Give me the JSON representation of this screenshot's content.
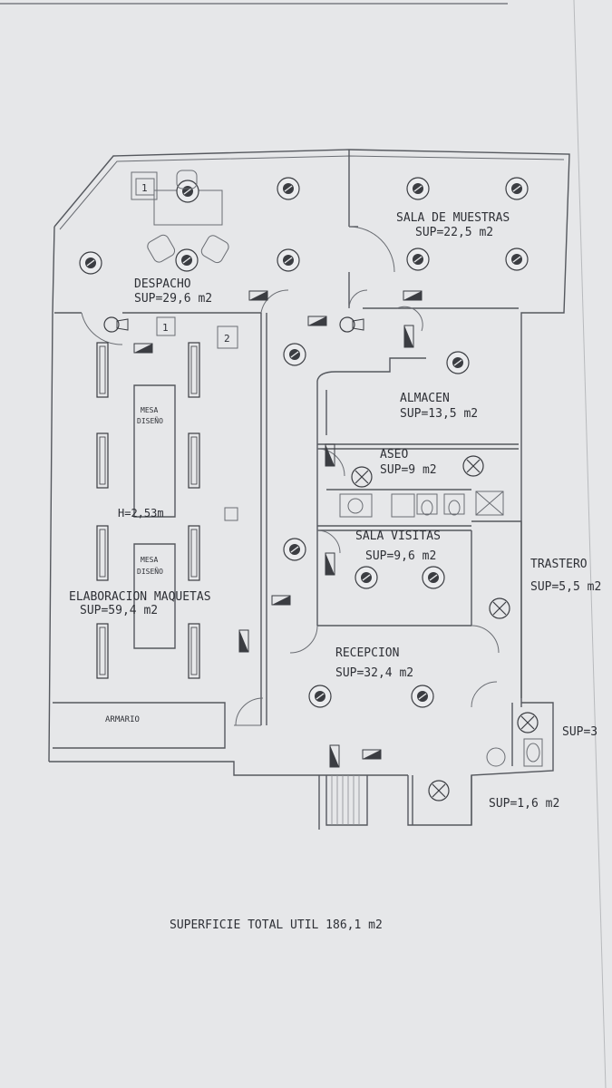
{
  "plan": {
    "rooms": [
      {
        "name": "DESPACHO",
        "area": "SUP=29,6 m2"
      },
      {
        "name": "SALA DE MUESTRAS",
        "area": "SUP=22,5 m2"
      },
      {
        "name": "ALMACEN",
        "area": "SUP=13,5 m2"
      },
      {
        "name": "ASEO",
        "area": "SUP=9 m2"
      },
      {
        "name": "SALA VISITAS",
        "area": "SUP=9,6 m2"
      },
      {
        "name": "TRASTERO",
        "area": "SUP=5,5 m2"
      },
      {
        "name": "ELABORACION MAQUETAS",
        "area": "SUP=59,4 m2"
      },
      {
        "name": "RECEPCION",
        "area": "SUP=32,4 m2"
      }
    ],
    "small_areas": [
      "SUP=3",
      "SUP=1,6 m2"
    ],
    "height_note": "H=2,53m",
    "furniture": {
      "mesa_1": [
        "MESA",
        "DISEÑO"
      ],
      "mesa_2": [
        "MESA",
        "DISEÑO"
      ],
      "armario": "ARMARIO"
    },
    "markers": [
      "1",
      "1",
      "2"
    ]
  },
  "footer": {
    "total": "SUPERFICIE TOTAL UTIL 186,1 m2"
  }
}
